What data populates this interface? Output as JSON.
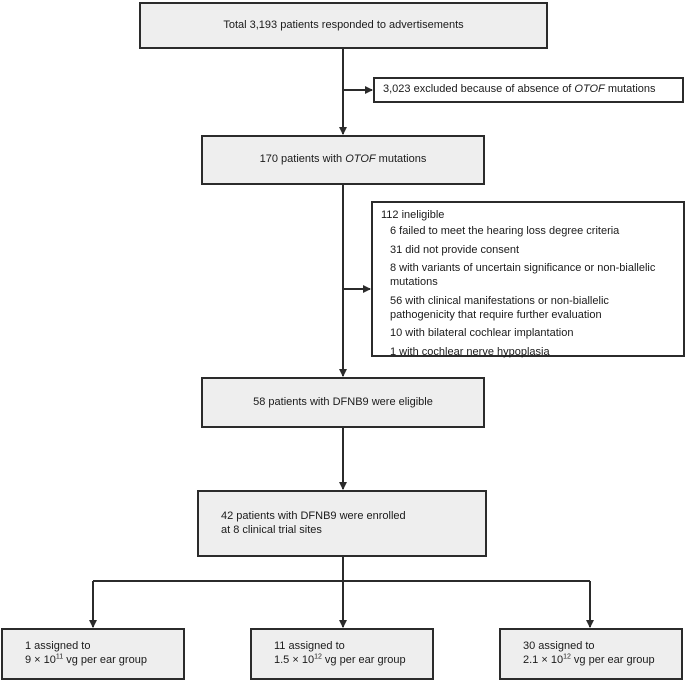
{
  "flow": {
    "total": "Total 3,193 patients responded to advertisements",
    "excluded": {
      "before": "3,023 excluded because of absence of ",
      "gene": "OTOF",
      "after": " mutations"
    },
    "otof": {
      "before": "170 patients with ",
      "gene": "OTOF",
      "after": " mutations"
    },
    "ineligible": {
      "title": "112 ineligible",
      "reasons": [
        "6 failed to meet the hearing loss degree criteria",
        "31 did not provide consent",
        "8 with variants of uncertain significance or non-biallelic mutations",
        "56 with clinical manifestations or non-biallelic pathogenicity that require further evaluation",
        "10 with bilateral cochlear implantation",
        "1 with cochlear nerve hypoplasia"
      ]
    },
    "eligible": "58 patients with DFNB9 were eligible",
    "enrolled": {
      "line1": "42 patients with DFNB9 were enrolled",
      "line2": "at 8 clinical trial sites"
    },
    "groups": [
      {
        "line1": "1 assigned to",
        "base": "9 × 10",
        "exp": "11",
        "suffix": " vg per ear group"
      },
      {
        "line1": "11 assigned to",
        "base": "1.5 × 10",
        "exp": "12",
        "suffix": " vg per ear group"
      },
      {
        "line1": "30 assigned to",
        "base": "2.1 × 10",
        "exp": "12",
        "suffix": " vg per ear group"
      }
    ]
  },
  "colors": {
    "box_fill": "#eeeeee",
    "line": "#2b2b2b"
  }
}
